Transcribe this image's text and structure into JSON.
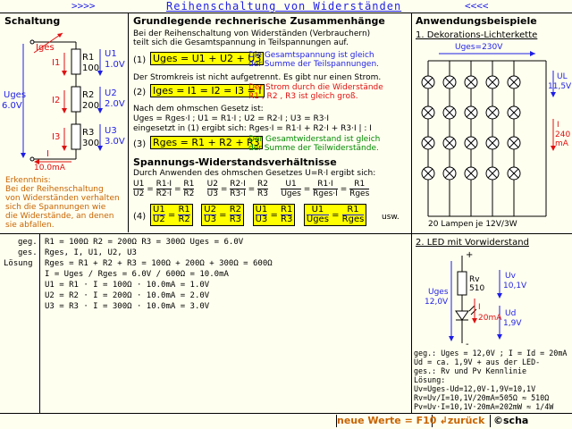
{
  "header": {
    "left_arrows": ">>>>",
    "title": "Reihenschaltung von Widerständen",
    "right_arrows": "<<<<"
  },
  "circuit": {
    "heading": "Schaltung",
    "iges": "Iges",
    "i1": "I1",
    "i2": "I2",
    "i3": "I3",
    "r1": "R1",
    "r1_val": "100",
    "r2": "R2",
    "r2_val": "200",
    "r3": "R3",
    "r3_val": "300",
    "u1": "U1",
    "u1_val": "1.0V",
    "u2": "U2",
    "u2_val": "2.0V",
    "u3": "U3",
    "u3_val": "3.0V",
    "uges": "Uges",
    "uges_val": "6.0V",
    "i": "I",
    "i_val": "10.0mA",
    "note_title": "Erkenntnis:",
    "note": [
      "Bei der Reihenschaltung",
      "von Widerständen verhalten",
      "sich die Spannungen wie",
      "die Widerstände, an denen",
      "sie abfallen."
    ]
  },
  "basics": {
    "heading": "Grundlegende rechnerische Zusammenhänge",
    "intro1": "Bei der Reihenschaltung von Widerständen (Verbrauchern)",
    "intro2": "teilt sich die Gesamtspannung in Teilspannungen auf.",
    "f1_num": "(1)",
    "f1": "Uges = U1 + U2 + U3",
    "f1_note1": "Die Gesamtspannung ist gleich",
    "f1_note2": "der Summe der Teilspannungen.",
    "branch": "Der Stromkreis ist nicht aufgetrennt. Es gibt nur einen Strom.",
    "f2_num": "(2)",
    "f2": "Iges = I1 = I2 = I3 = I",
    "f2_note1": "Der Strom durch die Widerstände",
    "f2_note2": "R1 , R2 , R3 ist gleich groß.",
    "ohm": "Nach dem ohmschen Gesetz ist:",
    "ohm_eq": "Uges = Rges·I  ;  U1 = R1·I  ;  U2 = R2·I  ;  U3 = R3·I",
    "insert": "eingesetzt in (1) ergibt sich: Rges·I = R1·I + R2·I + R3·I  | : I",
    "f3_num": "(3)",
    "f3": "Rges = R1 + R2 + R3",
    "f3_note1": "Der Gesamtwiderstand ist gleich",
    "f3_note2": "der Summe der Teilwiderstände."
  },
  "ratios": {
    "heading": "Spannungs-Widerstandsverhältnisse",
    "intro": "Durch Anwenden des ohmschen Gesetzes U=R·I ergibt sich:",
    "r1": [
      [
        "U1",
        "U2"
      ],
      [
        "R1·I",
        "R2·I"
      ],
      [
        "R1",
        "R2"
      ]
    ],
    "r2": [
      [
        "U2",
        "U3"
      ],
      [
        "R2·I",
        "R3·I"
      ],
      [
        "R2",
        "R3"
      ]
    ],
    "r3": [
      [
        "U1",
        "Uges"
      ],
      [
        "R1·I",
        "Rges·I"
      ],
      [
        "R1",
        "Rges"
      ]
    ],
    "f4_num": "(4)",
    "b1": [
      "U1",
      "U2",
      "R1",
      "R2"
    ],
    "b2": [
      "U2",
      "U3",
      "R2",
      "R3"
    ],
    "b3": [
      "U1",
      "U3",
      "R1",
      "R3"
    ],
    "b4": [
      "U1",
      "Uges",
      "R1",
      "Rges"
    ],
    "usw": "usw."
  },
  "app": {
    "heading": "Anwendungsbeispiele",
    "ex1": "1. Dekorations-Lichterkette",
    "uges": "Uges=230V",
    "ul": "UL",
    "ul_val": "11,5V",
    "i": "I",
    "i_val1": "240",
    "i_val2": "mA",
    "caption": "20 Lampen je 12V/3W"
  },
  "solution": {
    "labels": [
      "geg.",
      "ges.",
      "Lösung"
    ],
    "given": "R1 = 100Ω        R2 = 200Ω        R3 = 300Ω        Uges = 6.0V",
    "wanted": "Rges, I, U1, U2, U3",
    "lines": [
      "Rges = R1 + R2 + R3 = 100Ω + 200Ω + 300Ω = 600Ω",
      "I = Uges / Rges = 6.0V / 600Ω = 10.0mA",
      "U1 = R1 · I  =  100Ω · 10.0mA = 1.0V",
      "U2 = R2 · I  =  200Ω · 10.0mA = 2.0V",
      "U3 = R3 · I  =  300Ω · 10.0mA = 3.0V"
    ]
  },
  "led": {
    "heading": "2. LED mit Vorwiderstand",
    "plus": "+",
    "minus": "-",
    "rv": "Rv",
    "rv_val": "510",
    "uv": "Uv",
    "uv_val": "10,1V",
    "ud": "Ud",
    "ud_val": "1,9V",
    "uges": "Uges",
    "uges_val": "12,0V",
    "i": "I",
    "i_val": "20mA",
    "text": [
      "geg.: Uges = 12,0V ; I = Id = 20mA",
      "      Ud = ca. 1,9V + aus der LED-",
      "ges.: Rv und Pv          Kennlinie",
      "Lösung:",
      "Uv=Uges-Ud=12,0V-1,9V=10,1V",
      "Rv=Uv/I=10,1V/20mA=505Ω ≈ 510Ω",
      "Pv=Uv·I=10,1V·20mA=202mW ≈ 1/4W"
    ]
  },
  "footer": {
    "new_values": "neue Werte = F10",
    "back": "↲zurück",
    "copyright": "©scha"
  }
}
